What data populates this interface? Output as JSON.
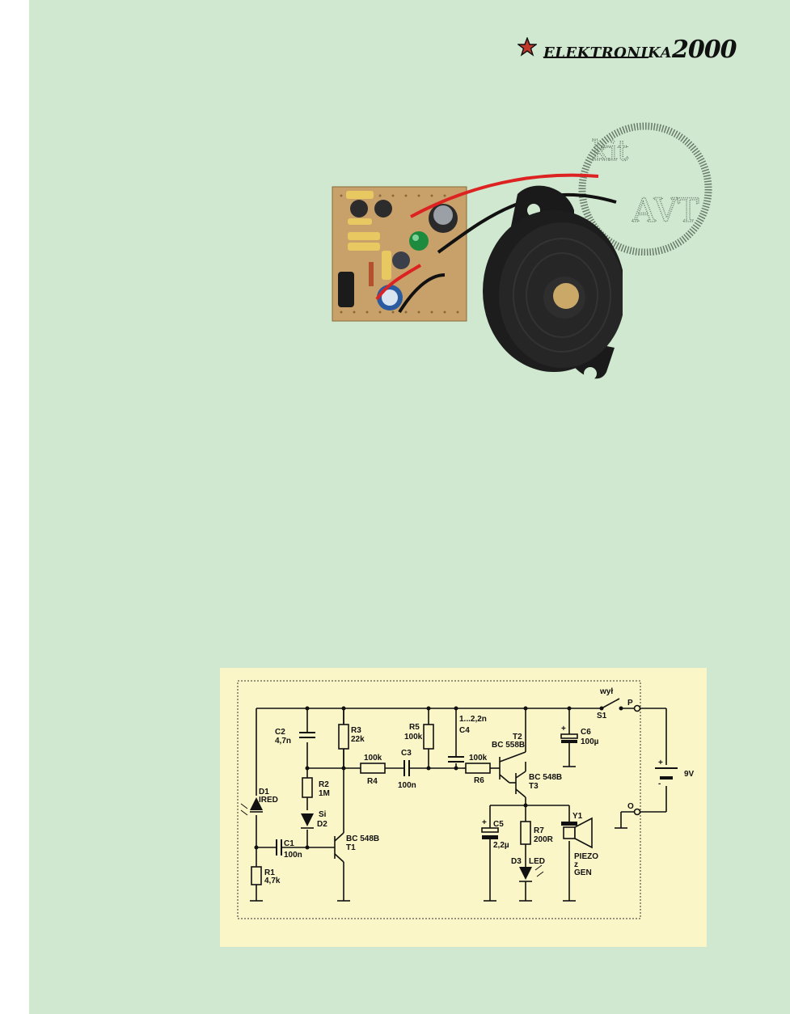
{
  "header": {
    "logo_text": "ELEKTRONIKA",
    "logo_year": "2000"
  },
  "stamp": {
    "line1": "kit",
    "line2": "AVT"
  },
  "schematic": {
    "switch": {
      "name": "S1",
      "label": "wył"
    },
    "terminals": {
      "plus": "P",
      "minus": "O"
    },
    "battery": {
      "value": "9V"
    },
    "D1": {
      "name": "D1",
      "value": "IRED"
    },
    "R1": {
      "name": "R1",
      "value": "4,7k"
    },
    "C1": {
      "name": "C1",
      "value": "100n"
    },
    "C2": {
      "name": "C2",
      "value": "4,7n"
    },
    "R2": {
      "name": "R2",
      "value": "1M"
    },
    "D2": {
      "name": "D2",
      "value": "Si"
    },
    "R3": {
      "name": "R3",
      "value": "22k"
    },
    "T1": {
      "name": "T1",
      "value": "BC 548B"
    },
    "R4": {
      "name": "R4",
      "value": "100k"
    },
    "C3": {
      "name": "C3",
      "value": "100n"
    },
    "R5": {
      "name": "R5",
      "value": "100k"
    },
    "C4": {
      "name": "C4",
      "value": "1...2,2n"
    },
    "R6": {
      "name": "R6",
      "value": "100k"
    },
    "T2": {
      "name": "T2",
      "value": "BC 558B"
    },
    "T3": {
      "name": "T3",
      "value": "BC 548B"
    },
    "C5": {
      "name": "C5",
      "value": "2,2µ",
      "polarity": "+"
    },
    "R7": {
      "name": "R7",
      "value": "200R"
    },
    "D3": {
      "name": "D3",
      "value": "LED"
    },
    "C6": {
      "name": "C6",
      "value": "100µ",
      "polarity": "+"
    },
    "Y1": {
      "name": "Y1",
      "line1": "PIEZO",
      "line2": "z",
      "line3": "GEN"
    }
  },
  "colors": {
    "page_bg": "#cfe8cf",
    "schematic_bg": "#fbf6c7",
    "wire": "#111111",
    "pcb": "#c8a06a",
    "buzzer": "#1a1a1a"
  }
}
